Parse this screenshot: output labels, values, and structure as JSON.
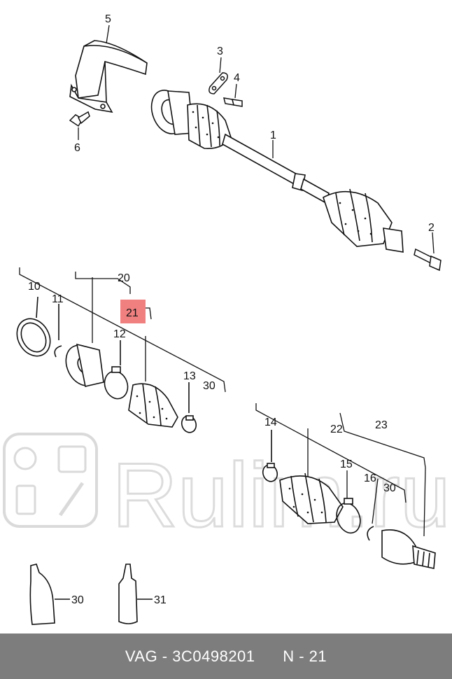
{
  "callouts": {
    "n1": "1",
    "n2": "2",
    "n3": "3",
    "n4": "4",
    "n5": "5",
    "n6": "6",
    "n10": "10",
    "n11": "11",
    "n12": "12",
    "n13": "13",
    "n14": "14",
    "n15": "15",
    "n16": "16",
    "n20": "20",
    "n21": "21",
    "n22": "22",
    "n23": "23",
    "n30a": "30",
    "n30b": "30",
    "n30c": "30",
    "n31": "31"
  },
  "watermark": {
    "text": "Rulim.ru"
  },
  "highlight_color": "#f08080",
  "footer": {
    "brand": "VAG",
    "part_number": "3C0498201",
    "position": "N - 21"
  }
}
